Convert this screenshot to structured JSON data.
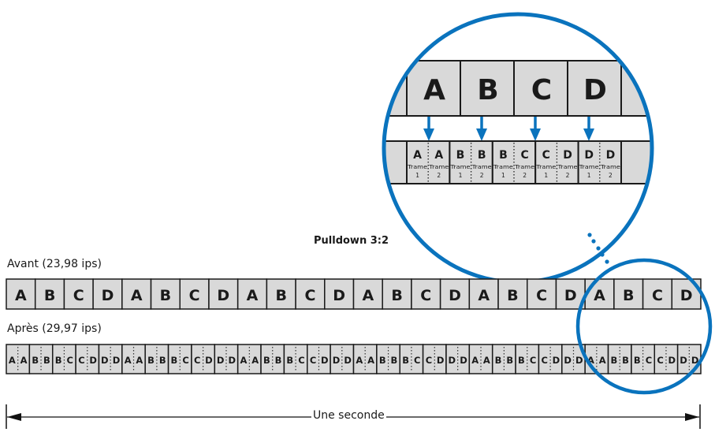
{
  "title": "Pulldown 3:2",
  "before": {
    "label": "Avant (23,98 ips)",
    "frames": [
      "A",
      "B",
      "C",
      "D",
      "A",
      "B",
      "C",
      "D",
      "A",
      "B",
      "C",
      "D",
      "A",
      "B",
      "C",
      "D",
      "A",
      "B",
      "C",
      "D",
      "A",
      "B",
      "C",
      "D"
    ]
  },
  "after": {
    "label": "Après (29,97 ips)",
    "frames": [
      [
        "A",
        "A"
      ],
      [
        "B",
        "B"
      ],
      [
        "B",
        "C"
      ],
      [
        "C",
        "D"
      ],
      [
        "D",
        "D"
      ],
      [
        "A",
        "A"
      ],
      [
        "B",
        "B"
      ],
      [
        "B",
        "C"
      ],
      [
        "C",
        "D"
      ],
      [
        "D",
        "D"
      ],
      [
        "A",
        "A"
      ],
      [
        "B",
        "B"
      ],
      [
        "B",
        "C"
      ],
      [
        "C",
        "D"
      ],
      [
        "D",
        "D"
      ],
      [
        "A",
        "A"
      ],
      [
        "B",
        "B"
      ],
      [
        "B",
        "C"
      ],
      [
        "C",
        "D"
      ],
      [
        "D",
        "D"
      ],
      [
        "A",
        "A"
      ],
      [
        "B",
        "B"
      ],
      [
        "B",
        "C"
      ],
      [
        "C",
        "D"
      ],
      [
        "D",
        "D"
      ],
      [
        "A",
        "A"
      ],
      [
        "B",
        "B"
      ],
      [
        "B",
        "C"
      ],
      [
        "C",
        "D"
      ],
      [
        "D",
        "D"
      ]
    ]
  },
  "magnified": {
    "source_frames": [
      "A",
      "B",
      "C",
      "D"
    ],
    "video_frames": [
      [
        {
          "letter": "A",
          "field_label": "Trame",
          "field_num": "1"
        },
        {
          "letter": "A",
          "field_label": "Trame",
          "field_num": "2"
        }
      ],
      [
        {
          "letter": "B",
          "field_label": "Trame",
          "field_num": "1"
        },
        {
          "letter": "B",
          "field_label": "Trame",
          "field_num": "2"
        }
      ],
      [
        {
          "letter": "B",
          "field_label": "Trame",
          "field_num": "1"
        },
        {
          "letter": "C",
          "field_label": "Trame",
          "field_num": "2"
        }
      ],
      [
        {
          "letter": "C",
          "field_label": "Trame",
          "field_num": "1"
        },
        {
          "letter": "D",
          "field_label": "Trame",
          "field_num": "2"
        }
      ],
      [
        {
          "letter": "D",
          "field_label": "Trame",
          "field_num": "1"
        },
        {
          "letter": "D",
          "field_label": "Trame",
          "field_num": "2"
        }
      ]
    ]
  },
  "duration_label": "Une seconde",
  "colors": {
    "accent": "#0a73bd",
    "cell_fill": "#d9d9d9",
    "cell_stroke": "#1a1a1a",
    "text": "#1a1a1a"
  },
  "icons": {
    "arrow_left": "arrow-left-icon",
    "arrow_right": "arrow-right-icon",
    "arrow_down": "arrow-down-icon"
  }
}
